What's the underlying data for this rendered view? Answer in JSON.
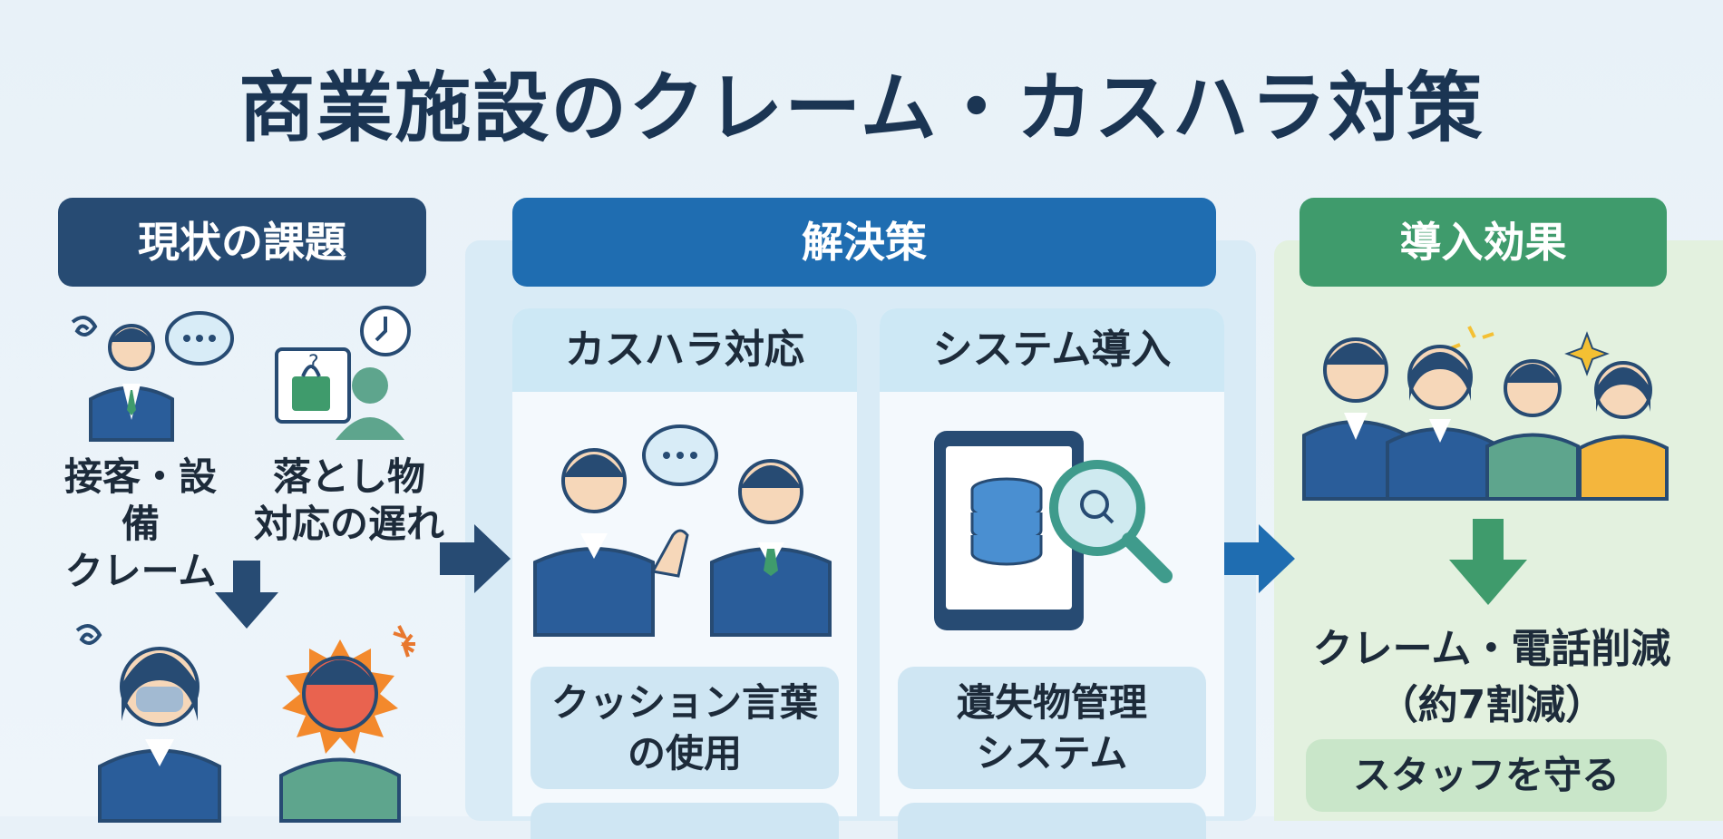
{
  "title": "商業施設のクレーム・カスハラ対策",
  "columns": {
    "issues": {
      "header": "現状の課題",
      "items": [
        "接客・設備\nクレーム",
        "落とし物\n対応の遅れ"
      ]
    },
    "solutions": {
      "header": "解決策",
      "sub": [
        {
          "header": "カスハラ対応",
          "boxes": [
            "クッション言葉\nの使用"
          ]
        },
        {
          "header": "システム導入",
          "boxes": [
            "遺失物管理\nシステム"
          ]
        }
      ]
    },
    "effects": {
      "header": "導入効果",
      "result": "クレーム・電話削減\n（約7割減）",
      "box": "スタッフを守る"
    }
  },
  "colors": {
    "navy": "#274b73",
    "blue": "#1f6db1",
    "green": "#3f9b6c",
    "light_blue": "#cde8f5",
    "light_green": "#e3f1df"
  },
  "icons": [
    "dizzy-icon",
    "speech-bubble-icon",
    "clock-icon",
    "lost-item-icon",
    "tablet-icon",
    "database-icon",
    "magnifier-icon",
    "sparkle-icon",
    "anger-icon"
  ]
}
